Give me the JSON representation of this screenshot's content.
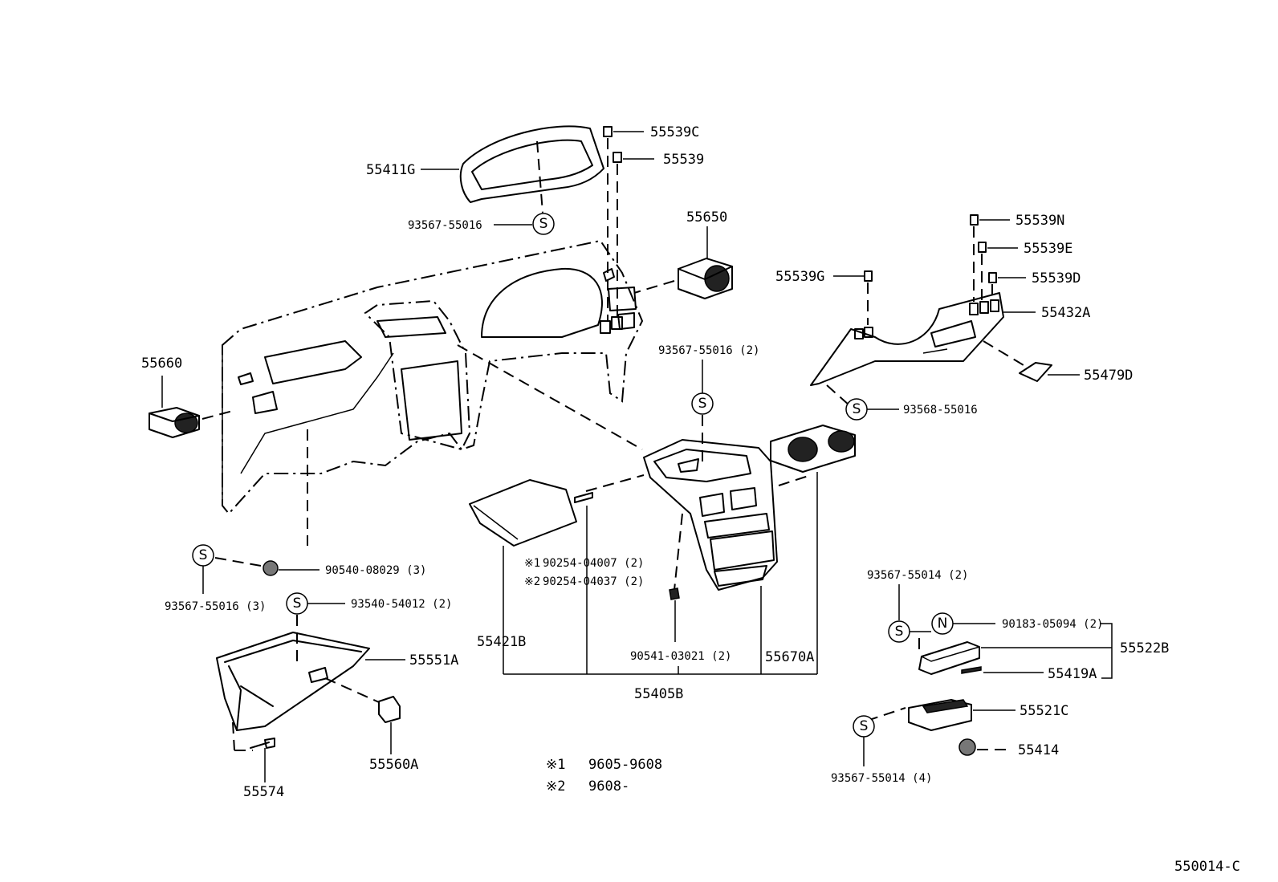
{
  "parts": {
    "p55411G": "55411G",
    "p55539C": "55539C",
    "p55539": "55539",
    "p93567_55016": "93567-55016",
    "p55650": "55650",
    "p55539N": "55539N",
    "p55539E": "55539E",
    "p55539G": "55539G",
    "p55539D": "55539D",
    "p55432A": "55432A",
    "p55479D": "55479D",
    "p93568_55016": "93568-55016",
    "p93567_55016_2": "93567-55016 (2)",
    "p55660": "55660",
    "p90540_08029": "90540-08029 (3)",
    "p93567_55016_3": "93567-55016 (3)",
    "p93540_54012": "93540-54012 (2)",
    "p55551A": "55551A",
    "p55560A": "55560A",
    "p55574": "55574",
    "p90254_04007": "90254-04007 (2)",
    "p90254_04037": "90254-04037 (2)",
    "p55421B": "55421B",
    "p90541_03021": "90541-03021 (2)",
    "p55670A": "55670A",
    "p55405B": "55405B",
    "p93567_55014_2": "93567-55014 (2)",
    "p90183_05094": "90183-05094 (2)",
    "p55522B": "55522B",
    "p55419A": "55419A",
    "p55521C": "55521C",
    "p55414": "55414",
    "p93567_55014_4": "93567-55014 (4)"
  },
  "markers": {
    "s": "S",
    "n": "N",
    "ref1": "※1",
    "ref2": "※2"
  },
  "legend": {
    "ref1_sym": "※1",
    "ref1_range": "9605-9608",
    "ref2_sym": "※2",
    "ref2_range": "9608-"
  },
  "diagram_code": "550014-C"
}
